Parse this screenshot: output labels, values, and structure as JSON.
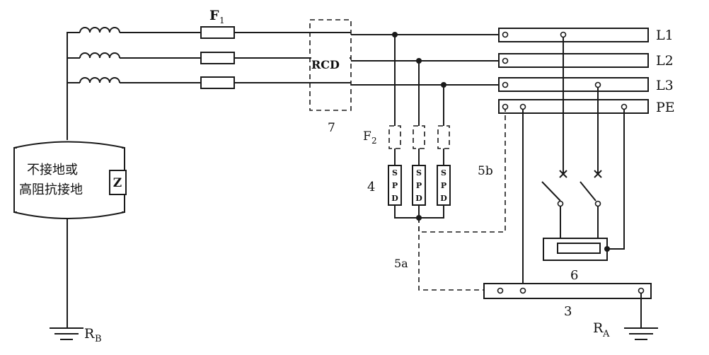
{
  "labels": {
    "fuse_main": "F",
    "fuse_main_sub": "1",
    "rcd": "RCD",
    "rcd_num": "7",
    "fuse_spd": "F",
    "fuse_spd_sub": "2",
    "spd_num": "4",
    "spd_letters": [
      "S",
      "P",
      "D"
    ],
    "line_5b": "5b",
    "line_5a": "5a",
    "num_6": "6",
    "num_3": "3",
    "l1": "L1",
    "l2": "L2",
    "l3": "L3",
    "pe": "PE",
    "source_line1": "不接地或",
    "source_line2": "高阻抗接地",
    "impedance": "Z",
    "rb": "R",
    "rb_sub": "B",
    "ra": "R",
    "ra_sub": "A"
  }
}
